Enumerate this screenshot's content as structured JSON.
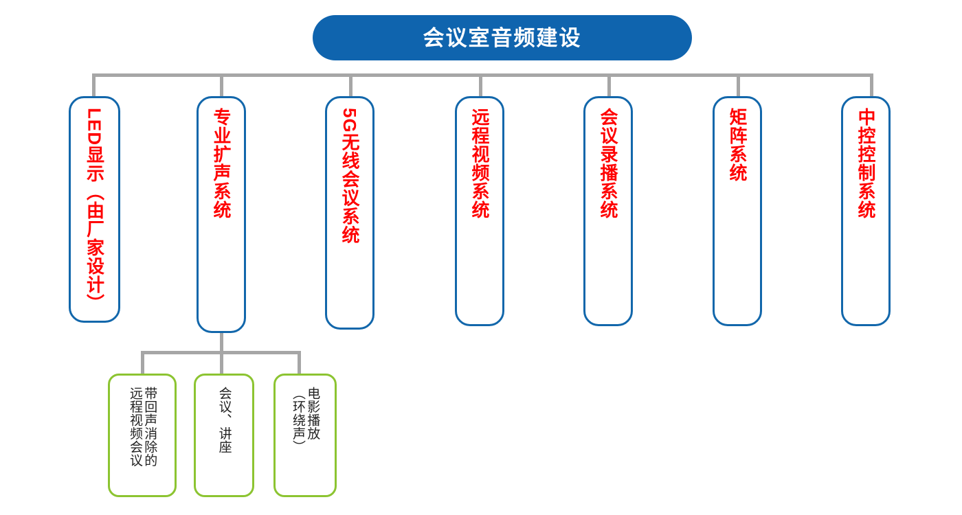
{
  "diagram": {
    "type": "org-tree",
    "orientation": "top-down",
    "root": {
      "label": "会议室音频建设",
      "text_color": "#ffffff",
      "fill_color": "#0f64ae"
    },
    "colors": {
      "root_fill": "#0f64ae",
      "root_text": "#ffffff",
      "level1_border": "#1267ab",
      "level1_text": "#ff0000",
      "level2_border": "#8cc431",
      "level2_text": "#222222",
      "connector": "#a6a6a6",
      "background": "#ffffff"
    },
    "level1": [
      {
        "label": "LED显示（由厂家设计）",
        "columns": [
          "LED显示（由厂家设计）"
        ]
      },
      {
        "label": "专业扩声系统",
        "columns": [
          "专业扩声系统"
        ]
      },
      {
        "label": "5G无线会议系统",
        "columns": [
          "5G无线会议系统"
        ]
      },
      {
        "label": "远程视频系统",
        "columns": [
          "远程视频系统"
        ]
      },
      {
        "label": "会议录播系统",
        "columns": [
          "会议录播系统"
        ]
      },
      {
        "label": "矩阵系统",
        "columns": [
          "矩阵系统"
        ]
      },
      {
        "label": "中控控制系统",
        "columns": [
          "中控控制系统"
        ]
      }
    ],
    "level2": {
      "parent": "专业扩声系统",
      "items": [
        {
          "label": "带回声消除的远程视频会议",
          "columns": [
            "带回声消除的",
            "远程视频会议"
          ]
        },
        {
          "label": "会议、讲座",
          "columns": [
            "会议、讲座"
          ]
        },
        {
          "label": "电影播放（环绕声）",
          "columns": [
            "电影播放",
            "（环绕声）"
          ]
        }
      ]
    }
  }
}
